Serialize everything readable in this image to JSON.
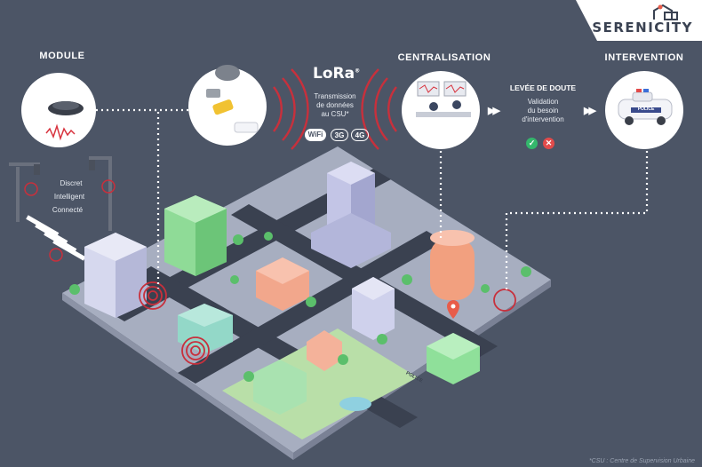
{
  "brand": {
    "name": "SERENICITY"
  },
  "steps": {
    "module": {
      "title": "MODULE",
      "features": [
        "Discret",
        "Intelligent",
        "Connecté"
      ]
    },
    "transmission": {
      "tech": "LoRa",
      "text_lines": [
        "Transmission",
        "de données",
        "au CSU*"
      ],
      "networks": [
        "WiFi",
        "3G",
        "4G"
      ]
    },
    "centralisation": {
      "title": "CENTRALISATION"
    },
    "doubt": {
      "title": "LEVÉE DE DOUTE",
      "text_lines": [
        "Validation",
        "du besoin",
        "d'intervention"
      ],
      "confirm_icon": "check-icon",
      "reject_icon": "cross-icon"
    },
    "intervention": {
      "title": "INTERVENTION",
      "badge": "POLICE"
    }
  },
  "city": {
    "police_sign": "POLICE"
  },
  "footnote": "*CSU : Centre de Supervision Urbaine",
  "colors": {
    "background": "#4c5566",
    "ground": "#a7aec0",
    "road": "#3a4150",
    "signal": "#c8303c",
    "green": "#7ed68a",
    "salmon": "#f0a081",
    "lavender": "#c8cbe8",
    "confirm": "#34b76c",
    "reject": "#e24b4b"
  }
}
